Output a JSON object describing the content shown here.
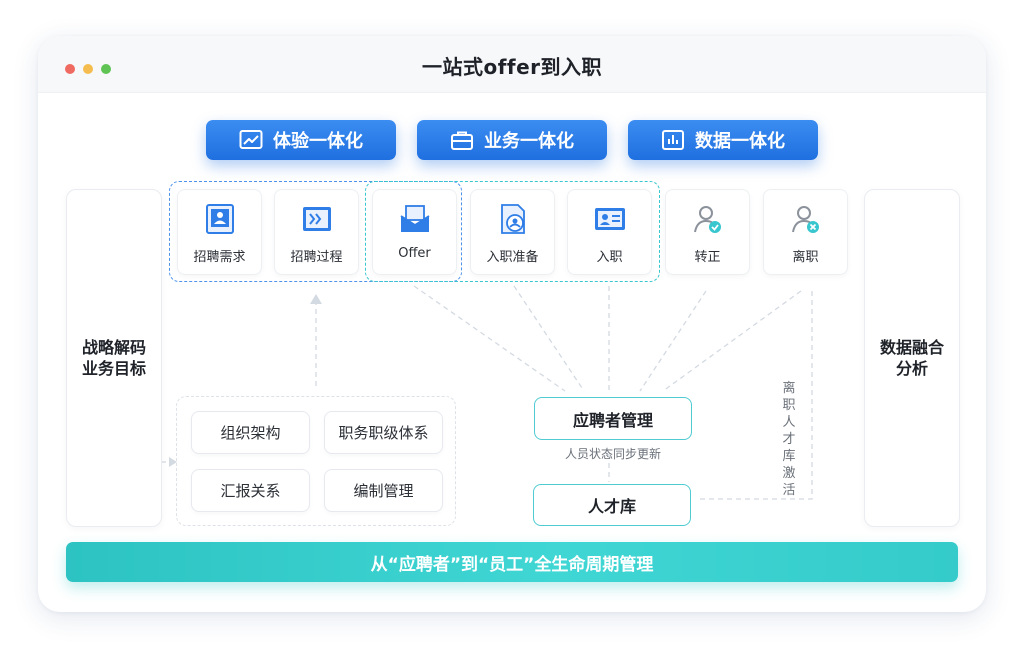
{
  "window": {
    "title": "一站式offer到入职"
  },
  "pills": [
    {
      "label": "体验一体化",
      "icon": "trend-chart-icon"
    },
    {
      "label": "业务一体化",
      "icon": "briefcase-icon"
    },
    {
      "label": "数据一体化",
      "icon": "bar-chart-icon"
    }
  ],
  "left_panel": {
    "label": "战略解码\n业务目标"
  },
  "right_panel": {
    "label": "数据融合\n分析"
  },
  "stages": [
    {
      "label": "招聘需求",
      "icon": "user-card-icon"
    },
    {
      "label": "招聘过程",
      "icon": "forward-screen-icon"
    },
    {
      "label": "Offer",
      "icon": "envelope-icon"
    },
    {
      "label": "入职准备",
      "icon": "document-user-icon"
    },
    {
      "label": "入职",
      "icon": "id-card-icon"
    },
    {
      "label": "转正",
      "icon": "user-check-icon"
    },
    {
      "label": "离职",
      "icon": "user-remove-icon"
    }
  ],
  "org": {
    "items": [
      "组织架构",
      "职务职级体系",
      "汇报关系",
      "编制管理"
    ]
  },
  "applicant": {
    "label": "应聘者管理",
    "note": "人员状态同步更新"
  },
  "talent_pool": {
    "label": "人才库"
  },
  "reactivation": {
    "label": "离职人才库激活"
  },
  "footer": {
    "label": "从“应聘者”到“员工”全生命周期管理"
  },
  "colors": {
    "blue_accent": "#1f6fe0",
    "cyan_accent": "#2cc3c2",
    "dashed_line": "#cfd6df"
  }
}
